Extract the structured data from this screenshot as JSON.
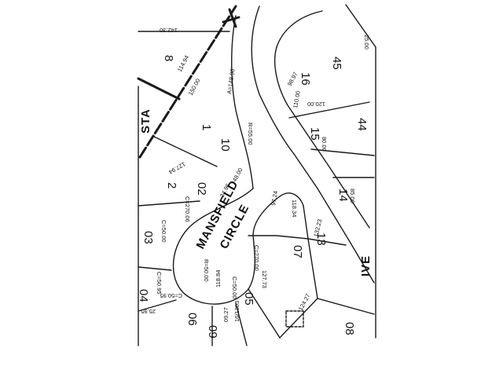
{
  "streets": {
    "circle_line1": "MANSFIELD",
    "circle_line2": "CIRCLE",
    "right_edge": "IVE",
    "left_edge": "STA"
  },
  "lots": {
    "l8": "8",
    "l45": "45",
    "l16": "16",
    "l44": "44",
    "l15": "15",
    "l10": "10",
    "l1": "1",
    "l2": "2",
    "l02": "02",
    "l14": "14",
    "l03": "03",
    "l07": "07",
    "l04": "04",
    "l05": "05",
    "l06": "06",
    "l08": "08",
    "l09": "09",
    "l13": "13"
  },
  "dims": {
    "d1": "142.30",
    "d2": "114.94",
    "d3": "150.00",
    "d4": "A=148.96'",
    "d5": "R=55.00",
    "d6": "127.94",
    "d7": "34.96",
    "d8": "48.00",
    "d9": "C=270.06",
    "d10": "C=50.00",
    "d11": "C=270.00",
    "d12": "97.24",
    "d13": "118.34",
    "d14": "132.23",
    "d15": "C=50.95",
    "d16": "R=50.00",
    "d17": "C=50.00",
    "d18": "127.73",
    "d19": "C=50.95",
    "d20": "25.95",
    "d21": "16/1303",
    "d22": "09.27",
    "d23": "118.84",
    "d24": "124.27",
    "d25": "80.00",
    "d26": "85.00",
    "d27": "25.00",
    "d28": "110.00",
    "d29": "120.00",
    "d30": "98.97"
  }
}
